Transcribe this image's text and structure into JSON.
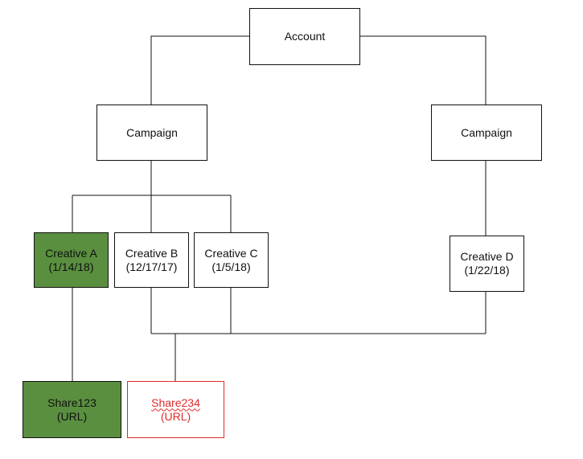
{
  "diagram": {
    "account": {
      "label": "Account"
    },
    "campaign_left": {
      "label": "Campaign"
    },
    "campaign_right": {
      "label": "Campaign"
    },
    "creative_a": {
      "name": "Creative A",
      "date": "(1/14/18)"
    },
    "creative_b": {
      "name": "Creative B",
      "date": "(12/17/17)"
    },
    "creative_c": {
      "name": "Creative C",
      "date": "(1/5/18)"
    },
    "creative_d": {
      "name": "Creative D",
      "date": "(1/22/18)"
    },
    "share_123": {
      "name": "Share123",
      "sub": "(URL)"
    },
    "share_234": {
      "name": "Share234",
      "sub": "(URL)"
    }
  },
  "colors": {
    "line": "#111111",
    "highlight_fill": "#5a8f3f",
    "warning_text": "#e02a2a"
  }
}
